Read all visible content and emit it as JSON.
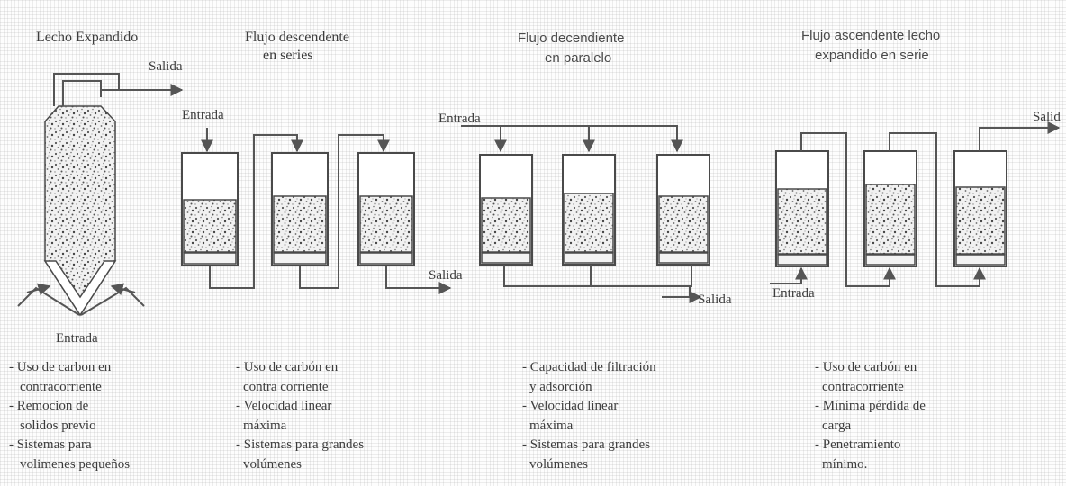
{
  "titles": {
    "expanded_bed": "Lecho Expandido",
    "down_series_1": "Flujo descendente",
    "down_series_2": "en series",
    "down_parallel_1": "Flujo decendiente",
    "down_parallel_2": "en paralelo",
    "up_series_1": "Flujo ascendente lecho",
    "up_series_2": "expandido en serie"
  },
  "flow_labels": {
    "d1_outlet": "Salida",
    "d1_inlet": "Entrada",
    "d2_inlet": "Entrada",
    "d2_outlet": "Salida",
    "d3_inlet": "Entrada",
    "d3_outlet": "Salida",
    "d4_inlet": "Entrada",
    "d4_outlet": "Salid"
  },
  "notes": {
    "expanded_bed": [
      "- Uso de carbon en",
      "contracorriente",
      "- Remocion de",
      "solidos previo",
      "- Sistemas para",
      "volimenes pequeños"
    ],
    "down_series": [
      "- Uso de carbón en",
      "contra corriente",
      "- Velocidad linear",
      "máxima",
      "- Sistemas para grandes",
      "volúmenes"
    ],
    "down_parallel": [
      "- Capacidad de filtración",
      "y adsorción",
      "- Velocidad linear",
      "máxima",
      "- Sistemas para grandes",
      "volúmenes"
    ],
    "up_series": [
      "- Uso de carbón en",
      "contracorriente",
      "- Mínima pérdida de",
      "carga",
      "- Penetramiento",
      "mínimo."
    ]
  }
}
